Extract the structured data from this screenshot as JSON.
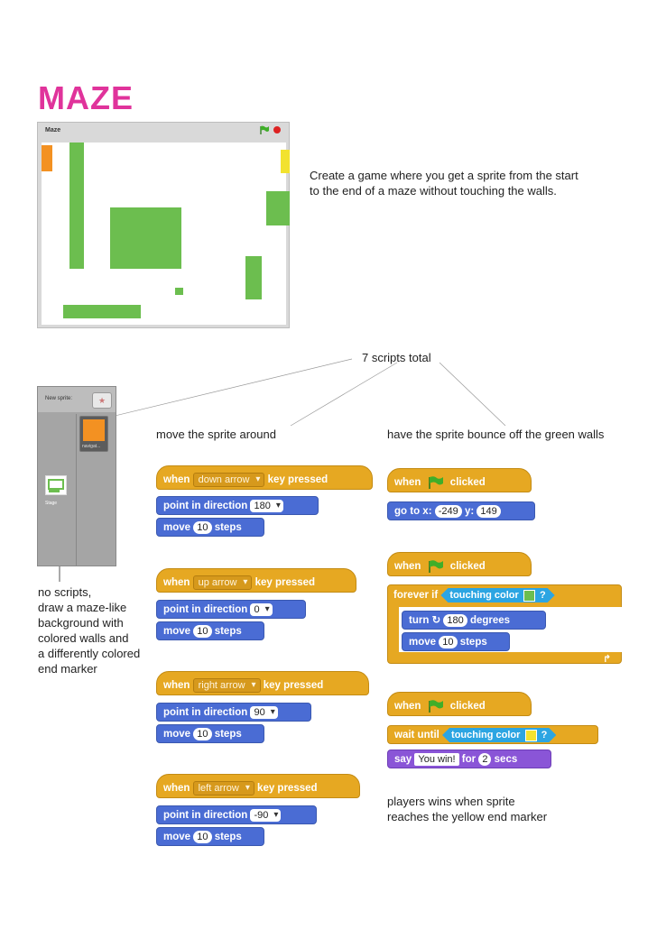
{
  "title": "MAZE",
  "stage": {
    "title": "Maze"
  },
  "notes": {
    "intro_line1": "Create a game where you get a sprite from the start",
    "intro_line2": "to the end of a maze without touching the walls.",
    "scripts_total": "7 scripts total",
    "move_heading": "move the sprite around",
    "bounce_heading": "have the sprite bounce off the green walls",
    "stage_note": [
      "no scripts,",
      "draw a maze-like",
      "background with",
      "colored walls and",
      "a differently colored",
      "end marker"
    ],
    "win_note_line1": "players wins when sprite",
    "win_note_line2": "reaches the yellow end marker"
  },
  "panel": {
    "new_sprite_label": "New sprite:",
    "sprite_name": "navigat...",
    "stage_label": "Stage"
  },
  "colors": {
    "title": "#e0339b",
    "wall": "#6cbe4f",
    "start": "#f39122",
    "end": "#f2e22f",
    "control": "#e6a822",
    "motion": "#4a6cd4",
    "looks": "#8a55d7",
    "sensing": "#2ca5e2"
  },
  "blocks": {
    "when": "when",
    "key_pressed": "key pressed",
    "point_in_direction": "point in direction",
    "move": "move",
    "steps": "steps",
    "clicked": "clicked",
    "go_to_x": "go to x:",
    "y": "y:",
    "forever_if": "forever if",
    "touching_color": "touching color",
    "turn": "turn",
    "degrees": "degrees",
    "wait_until": "wait until",
    "say": "say",
    "for": "for",
    "secs": "secs",
    "q": "?"
  },
  "scripts": {
    "down": {
      "key": "down arrow",
      "direction": "180",
      "steps": "10"
    },
    "up": {
      "key": "up arrow",
      "direction": "0",
      "steps": "10"
    },
    "right": {
      "key": "right arrow",
      "direction": "90",
      "steps": "10"
    },
    "left": {
      "key": "left arrow",
      "direction": "-90",
      "steps": "10"
    },
    "start": {
      "x": "-249",
      "y": "149"
    },
    "bounce": {
      "turn": "180",
      "steps": "10"
    },
    "win": {
      "message": "You win!",
      "secs": "2"
    }
  }
}
